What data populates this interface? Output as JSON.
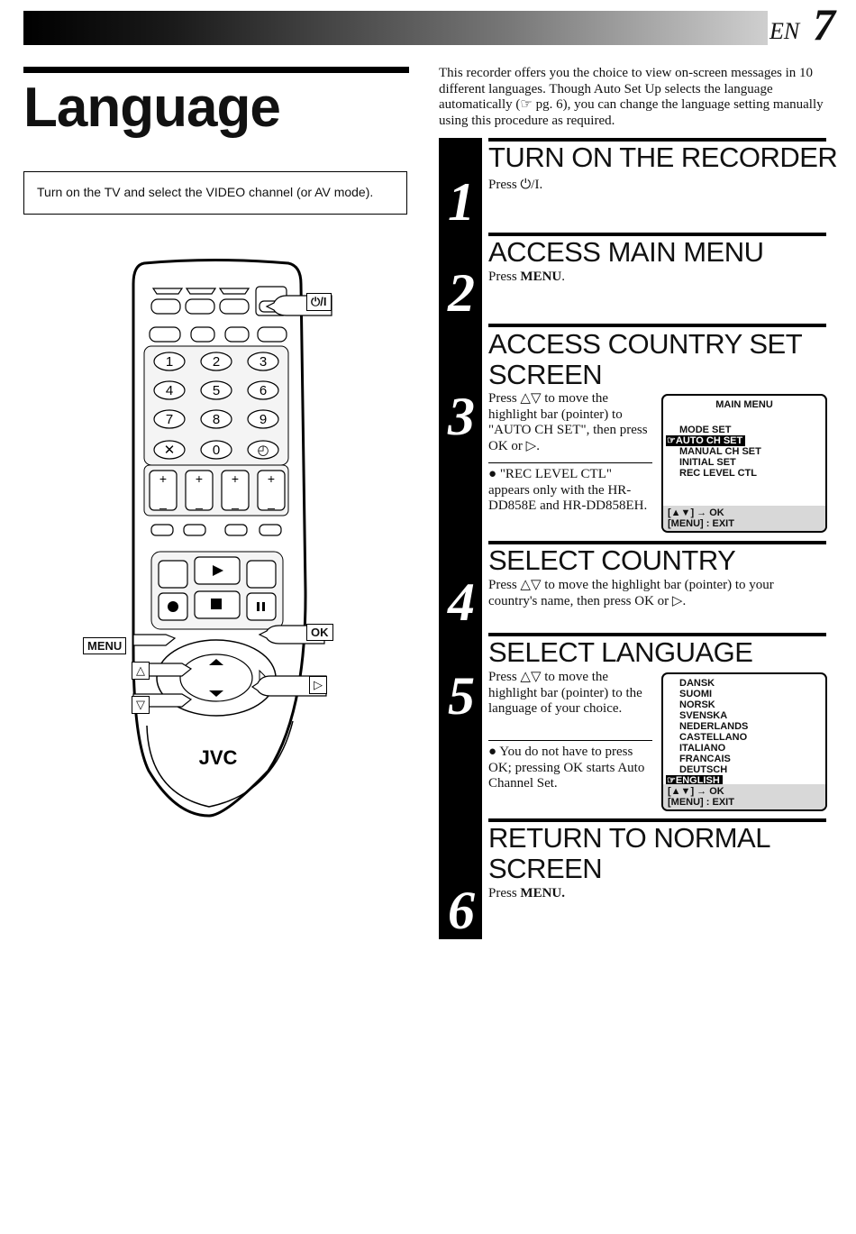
{
  "header": {
    "lang_code": "EN",
    "page_number": "7"
  },
  "page_title": "Language",
  "note": "Turn on the TV and select the VIDEO channel (or AV mode).",
  "intro": "This recorder offers you the choice to view on-screen messages in 10 different languages. Though Auto Set Up selects the language automatically (☞ pg. 6), you can change the language setting manually using this procedure as required.",
  "remote": {
    "brand": "JVC",
    "keypad": [
      "1",
      "2",
      "3",
      "4",
      "5",
      "6",
      "7",
      "8",
      "9",
      "✕",
      "0",
      "◴"
    ],
    "callouts": {
      "power": "⏻/I",
      "menu": "MENU",
      "ok": "OK",
      "up": "△",
      "down": "▽",
      "right": "▷"
    }
  },
  "steps": [
    {
      "num": "1",
      "title": "TURN ON THE RECORDER",
      "body": "Press ⏻/I."
    },
    {
      "num": "2",
      "title": "ACCESS MAIN MENU",
      "body_prefix": "Press ",
      "body_bold": "MENU",
      "body_suffix": "."
    },
    {
      "num": "3",
      "title_line1": "ACCESS COUNTRY SET",
      "title_line2": "SCREEN",
      "body": "Press △▽ to move the highlight bar (pointer) to \"AUTO CH SET\", then press OK or ▷.",
      "note": "\"REC LEVEL CTL\" appears only with the HR-DD858E and HR-DD858EH."
    },
    {
      "num": "4",
      "title": "SELECT COUNTRY",
      "body": "Press △▽ to move the highlight bar (pointer) to your country's name, then press OK or ▷."
    },
    {
      "num": "5",
      "title": "SELECT LANGUAGE",
      "body": "Press △▽ to move the highlight bar (pointer) to the language of your choice.",
      "note": "You do not have to press OK; pressing OK starts Auto Channel Set."
    },
    {
      "num": "6",
      "title_line1": "RETURN TO NORMAL",
      "title_line2": "SCREEN",
      "body_prefix": "Press ",
      "body_bold": "MENU."
    }
  ],
  "osd_main_menu": {
    "header": "MAIN MENU",
    "items": [
      "MODE SET",
      "AUTO CH SET",
      "MANUAL CH SET",
      "INITIAL SET",
      "REC LEVEL CTL"
    ],
    "selected": "AUTO CH SET",
    "footer_line1": "[▲▼] → OK",
    "footer_line2": "[MENU] : EXIT"
  },
  "osd_language": {
    "items": [
      "DANSK",
      "SUOMI",
      "NORSK",
      "SVENSKA",
      "NEDERLANDS",
      "CASTELLANO",
      "ITALIANO",
      "FRANCAIS",
      "DEUTSCH",
      "ENGLISH"
    ],
    "selected": "ENGLISH",
    "footer_line1": "[▲▼] → OK",
    "footer_line2": "[MENU] : EXIT"
  }
}
